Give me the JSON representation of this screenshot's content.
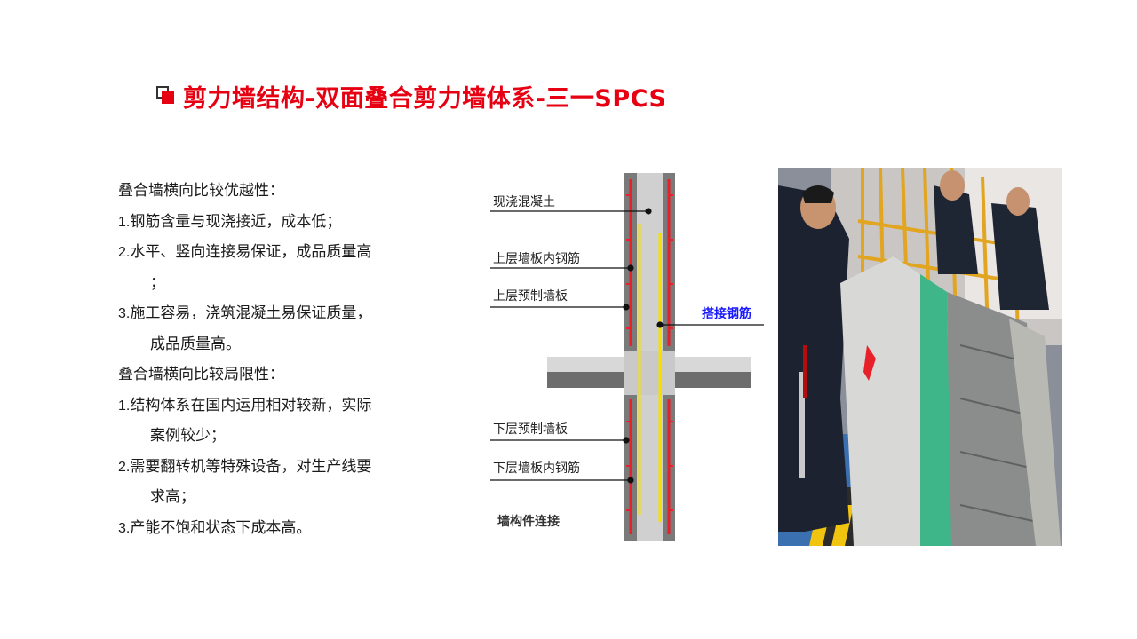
{
  "title": "剪力墙结构-双面叠合剪力墙体系-三一SPCS",
  "left_text": {
    "line1": "叠合墙横向比较优越性：",
    "line2_num": "1.",
    "line2": "钢筋含量与现浇接近，成本低；",
    "line3_num": "2.",
    "line3": "水平、竖向连接易保证，成品质量高",
    "line3b": "；",
    "line4_num": "3.",
    "line4": "施工容易，浇筑混凝土易保证质量，",
    "line4b": "成品质量高。",
    "line5": "叠合墙横向比较局限性：",
    "line6_num": "1.",
    "line6": "结构体系在国内运用相对较新，实际",
    "line6b": "案例较少；",
    "line7_num": "2.",
    "line7": "需要翻转机等特殊设备，对生产线要",
    "line7b": "求高；",
    "line8_num": "3.",
    "line8": "产能不饱和状态下成本高。"
  },
  "diagram": {
    "label_cast_concrete": "现浇混凝土",
    "label_upper_rebar": "上层墙板内钢筋",
    "label_upper_panel": "上层预制墙板",
    "label_lap_rebar": "搭接钢筋",
    "label_lower_panel": "下层预制墙板",
    "label_lower_rebar": "下层墙板内钢筋",
    "label_caption": "墙构件连接"
  },
  "photo": {
    "description_icon": "photo-image"
  },
  "colors": {
    "accent": "#e60012",
    "lap_label": "#1a1aff",
    "rebar_red": "#e8202a",
    "rebar_yellow": "#f5e000"
  }
}
